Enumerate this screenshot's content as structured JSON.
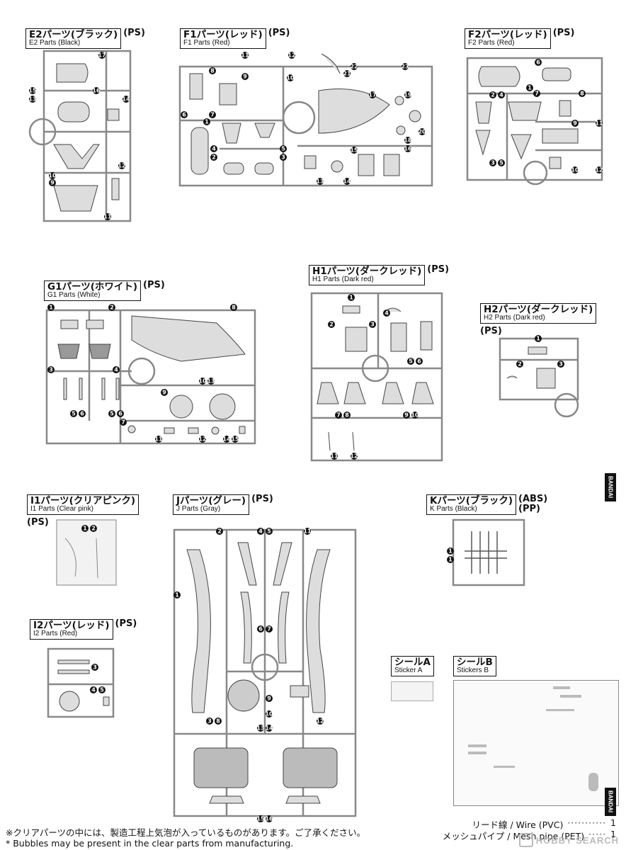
{
  "runners": {
    "e2": {
      "jp": "E2パーツ(ブラック)",
      "en": "E2 Parts (Black)",
      "mat": "(PS)",
      "nums": [
        "17",
        "15",
        "16",
        "13",
        "14",
        "12",
        "10",
        "9",
        "11"
      ]
    },
    "f1": {
      "jp": "F1パーツ(レッド)",
      "en": "F1 Parts (Red)",
      "mat": "(PS)",
      "nums": [
        "11",
        "12",
        "8",
        "9",
        "10",
        "6",
        "7",
        "1",
        "4",
        "2",
        "5",
        "3",
        "22",
        "21",
        "23",
        "17",
        "19",
        "15",
        "18",
        "20",
        "16",
        "13",
        "14"
      ]
    },
    "f2": {
      "jp": "F2パーツ(レッド)",
      "en": "F2 Parts (Red)",
      "mat": "(PS)",
      "nums": [
        "6",
        "2",
        "4",
        "1",
        "7",
        "8",
        "9",
        "11",
        "3",
        "5",
        "10",
        "12"
      ]
    },
    "g1": {
      "jp": "G1パーツ(ホワイト)",
      "en": "G1 Parts (White)",
      "mat": "(PS)",
      "nums": [
        "1",
        "2",
        "8",
        "3",
        "4",
        "9",
        "10",
        "13",
        "5",
        "6",
        "5",
        "6",
        "7",
        "11",
        "12",
        "14",
        "15"
      ]
    },
    "h1": {
      "jp": "H1パーツ(ダークレッド)",
      "en": "H1 Parts (Dark red)",
      "mat": "(PS)",
      "nums": [
        "1",
        "4",
        "2",
        "3",
        "5",
        "6",
        "7",
        "8",
        "9",
        "10",
        "11",
        "12"
      ]
    },
    "h2": {
      "jp": "H2パーツ(ダークレッド)",
      "en": "H2 Parts (Dark red)",
      "mat": "(PS)",
      "nums": [
        "1",
        "2",
        "3"
      ]
    },
    "i1": {
      "jp": "I1パーツ(クリアピンク)",
      "en": "I1 Parts (Clear pink)",
      "mat": "(PS)",
      "nums": [
        "1",
        "2"
      ]
    },
    "i2": {
      "jp": "I2パーツ(レッド)",
      "en": "I2 Parts (Red)",
      "mat": "(PS)",
      "nums": [
        "3",
        "4",
        "5"
      ]
    },
    "j": {
      "jp": "Jパーツ(グレー)",
      "en": "J Parts (Gray)",
      "mat": "(PS)",
      "nums": [
        "2",
        "4",
        "5",
        "11",
        "1",
        "6",
        "7",
        "9",
        "3",
        "8",
        "10",
        "12",
        "13",
        "14",
        "15",
        "16"
      ]
    },
    "k": {
      "jp": "Kパーツ(ブラック)",
      "en": "K Parts (Black)",
      "mat": "(ABS)",
      "mat2": "(PP)",
      "nums": [
        "1",
        "1"
      ]
    }
  },
  "stickers": {
    "a": {
      "jp": "シールA",
      "en": "Sticker A"
    },
    "b": {
      "jp": "シールB",
      "en": "Stickers B"
    }
  },
  "brand": {
    "bandai": "BANDAI"
  },
  "footnote": {
    "jp": "※クリアパーツの中には、製造工程上気泡が入っているものがあります。ご了承ください。",
    "en": "* Bubbles may be present in the clear parts from manufacturing."
  },
  "extras": [
    {
      "label": "リード線 / Wire (PVC)",
      "qty": "1"
    },
    {
      "label": "メッシュパイプ / Mesh pipe (PET)",
      "qty": "1"
    }
  ],
  "watermark": {
    "text": "HOBBY SEARCH"
  }
}
